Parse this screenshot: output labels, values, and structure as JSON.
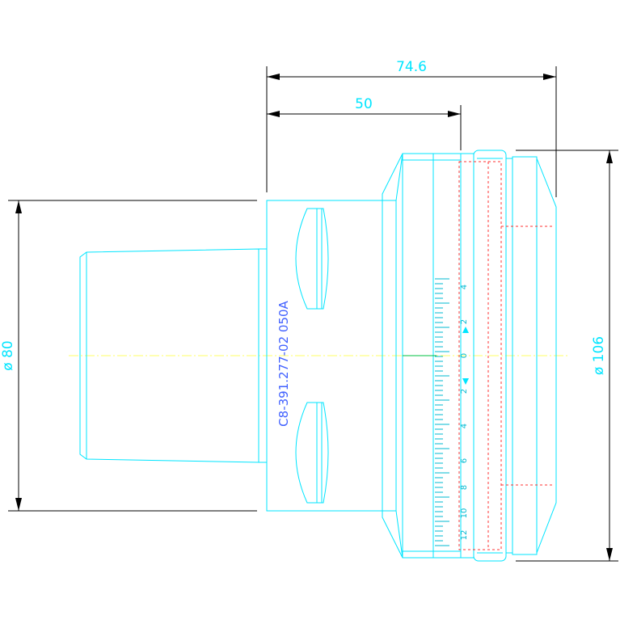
{
  "colors": {
    "background": "#ffffff",
    "outline": "#00e5ff",
    "dimension": "#000000",
    "dimension_text": "#00e5ff",
    "centerline": "#ffff66",
    "hidden": "#ff3333",
    "label": "#4060ff",
    "tick": "#00b8d0",
    "centermark": "#00c040"
  },
  "dimensions": {
    "overall_length": "74.6",
    "body_length": "50",
    "shank_diameter": "ø 80",
    "flange_diameter": "ø 106"
  },
  "part_label": "C8-391.277-02 050A",
  "scale": {
    "top_labels": [
      "4",
      "2",
      "0",
      "2",
      "4"
    ],
    "bottom_labels": [
      "6",
      "8",
      "10",
      "12"
    ]
  }
}
